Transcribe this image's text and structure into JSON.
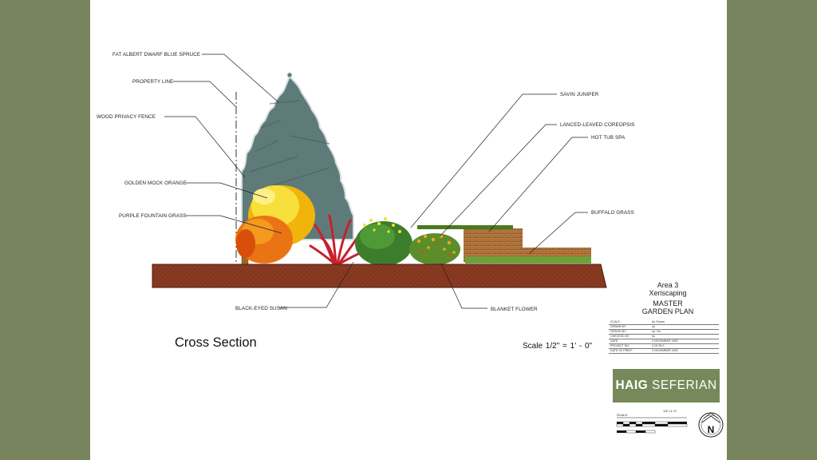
{
  "drawing": {
    "labels": {
      "spruce": "FAT ALBERT DWARF BLUE SPRUCE",
      "property_line": "PROPERTY LINE",
      "fence": "WOOD PRIVACY FENCE",
      "mock_orange": "GOLDEN MOCK ORANGE",
      "fountain_grass": "PURPLE FOUNTAIN GRASS",
      "savin": "SAVIN JUNIPER",
      "coreopsis": "LANCED-LEAVED  COREOPSIS",
      "hot_tub": "HOT TUB SPA",
      "buffalo": "BUFFALO GRASS",
      "black_eyed": "BLACK-EYED SUSAN",
      "blanket": "BLANKET FLOWER"
    },
    "title": "Cross Section",
    "scale": "Scale  1/2\" = 1' - 0\""
  },
  "title_block": {
    "area": "Area 3",
    "subtitle": "Xeriscaping",
    "plan_line1": "MASTER",
    "plan_line2": "GARDEN PLAN",
    "rows": [
      {
        "label": "SCALE:",
        "value": "As Shown"
      },
      {
        "label": "DRAWN BY:",
        "value": "np"
      },
      {
        "label": "DESIGN BY:",
        "value": "np / hs"
      },
      {
        "label": "CHECKED BY:",
        "value": "hs"
      },
      {
        "label": "DATE:",
        "value": "3 NOVEMBER 1999"
      },
      {
        "label": "PROJECT NO:",
        "value": "LCD 99-0"
      },
      {
        "label": "DATE OF PRINT:",
        "value": "3 NOVEMBER 1999"
      }
    ],
    "logo_bold": "HAIG",
    "logo_rest": " SEFERIAN",
    "scalebar_label": "1/4\"=1'-0\"",
    "scalebar_tag": "SCALE:",
    "north": "N"
  },
  "colors": {
    "background": "#78845d",
    "soil": "#8a3a22",
    "spruce": "#5e7b7a",
    "logo": "#77895a"
  }
}
